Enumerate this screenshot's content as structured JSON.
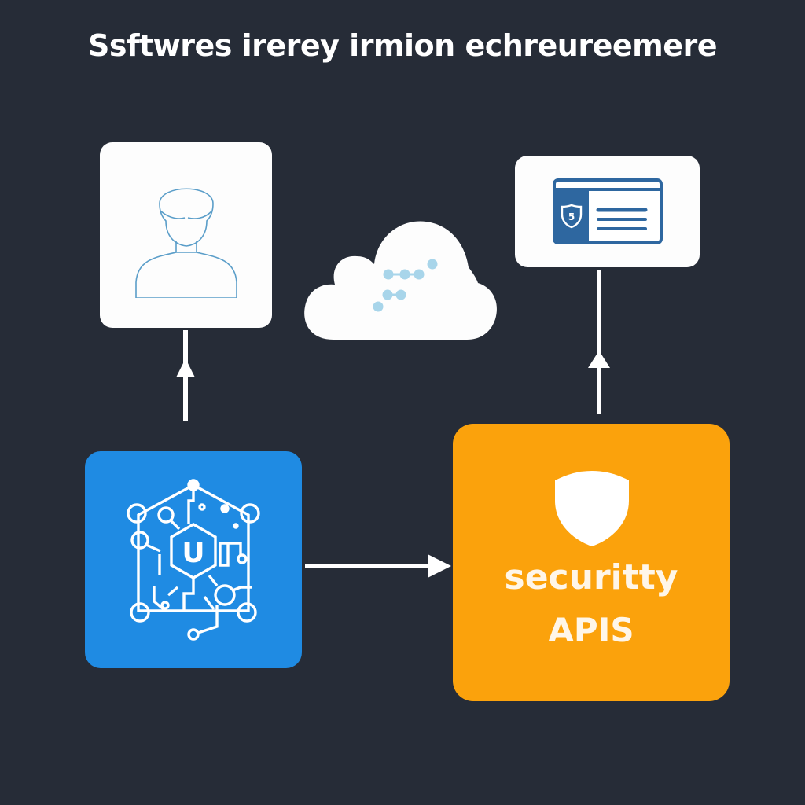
{
  "title": "Ssftwres irerey irmion echreureemere",
  "nodes": {
    "user": {
      "icon": "user-avatar-icon",
      "stroke_color": "#5b9ec9"
    },
    "cloud": {
      "icon": "cloud-icon",
      "accent_color": "#a8d5ea"
    },
    "id_card": {
      "icon": "id-card-shield-icon",
      "accent_color": "#2e67a0"
    },
    "platform": {
      "icon": "circuit-hexagon-icon",
      "glyph": "U",
      "color": "#1f8be3"
    },
    "security_apis": {
      "icon": "shield-icon",
      "line1": "securitty",
      "line2": "APIS",
      "color": "#fba20c"
    }
  },
  "edges": [
    {
      "from": "platform",
      "to": "user",
      "direction": "up"
    },
    {
      "from": "platform",
      "to": "security_apis",
      "direction": "right"
    },
    {
      "from": "security_apis",
      "to": "id_card",
      "direction": "up"
    }
  ],
  "colors": {
    "background": "#262c37",
    "arrow": "#ffffff"
  }
}
